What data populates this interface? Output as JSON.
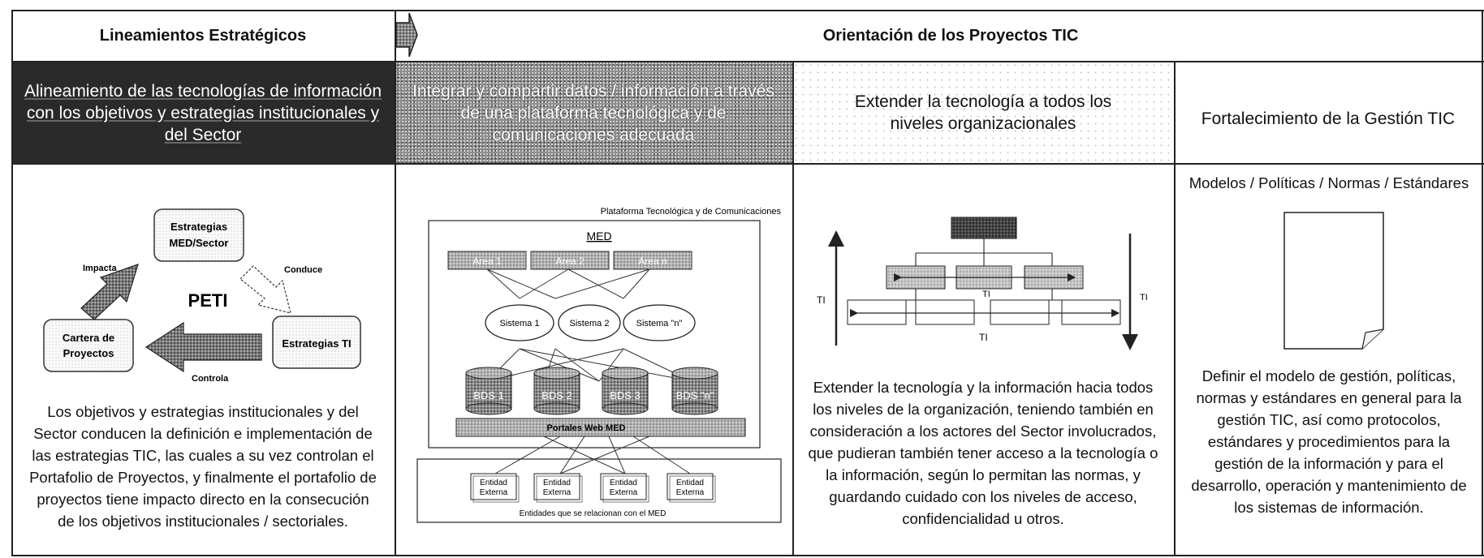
{
  "headers": {
    "left": "Lineamientos Estratégicos",
    "right": "Orientación de los Proyectos TIC"
  },
  "bands": {
    "b1": "Alineamiento de las tecnologías de información con los objetivos y estrategias institucionales y del Sector",
    "b2": "Integrar y compartir datos / información a través de una plataforma tecnológica y de comunicaciones adecuada",
    "b3": "Extender la tecnología a todos los niveles organizacionales",
    "b4": "Fortalecimiento de la Gestión TIC"
  },
  "peti": {
    "center": "PETI",
    "node_top": [
      "Estrategias",
      "MED/Sector"
    ],
    "node_right": "Estrategias TI",
    "node_left": [
      "Cartera de",
      "Proyectos"
    ],
    "edge_impacta": "Impacta",
    "edge_conduce": "Conduce",
    "edge_controla": "Controla"
  },
  "col1_text": "Los objetivos y estrategias institucionales y del Sector conducen la definición e implementación de las estrategias TIC, las cuales a su vez controlan el Portafolio de Proyectos, y finalmente el portafolio de proyectos tiene impacto directo en la consecución de los objetivos institucionales / sectoriales.",
  "platform": {
    "title": "Plataforma Tecnológica y de Comunicaciones",
    "med": "MED",
    "areas": [
      "Area 1",
      "Area 2",
      "Area n"
    ],
    "systems": [
      "Sistema 1",
      "Sistema 2",
      "Sistema \"n\""
    ],
    "dbs": [
      "BDS 1",
      "BDS 2",
      "BDS 3",
      "BDS \"n\""
    ],
    "portal": "Portales Web MED",
    "entity": [
      "Entidad",
      "Externa"
    ],
    "entities_caption": "Entidades que se relacionan con el MED"
  },
  "org": {
    "ti_left": "TI",
    "ti_mid": "TI",
    "ti_right": "TI",
    "ti_bottom": "TI"
  },
  "col3_text": "Extender la tecnología y la información hacia todos los niveles de la organización, teniendo también en consideración a los actores del Sector involucrados, que pudieran también tener acceso a la tecnología o la información, según lo permitan las normas, y guardando cuidado con los niveles de acceso, confidencialidad u otros.",
  "col4_heading": "Modelos / Políticas / Normas / Estándares",
  "col4_text": "Definir el modelo de gestión, políticas, normas y estándares en general para la gestión TIC, así como protocolos, estándares y procedimientos para la gestión de la información y para el desarrollo, operación y mantenimiento de los sistemas de información."
}
